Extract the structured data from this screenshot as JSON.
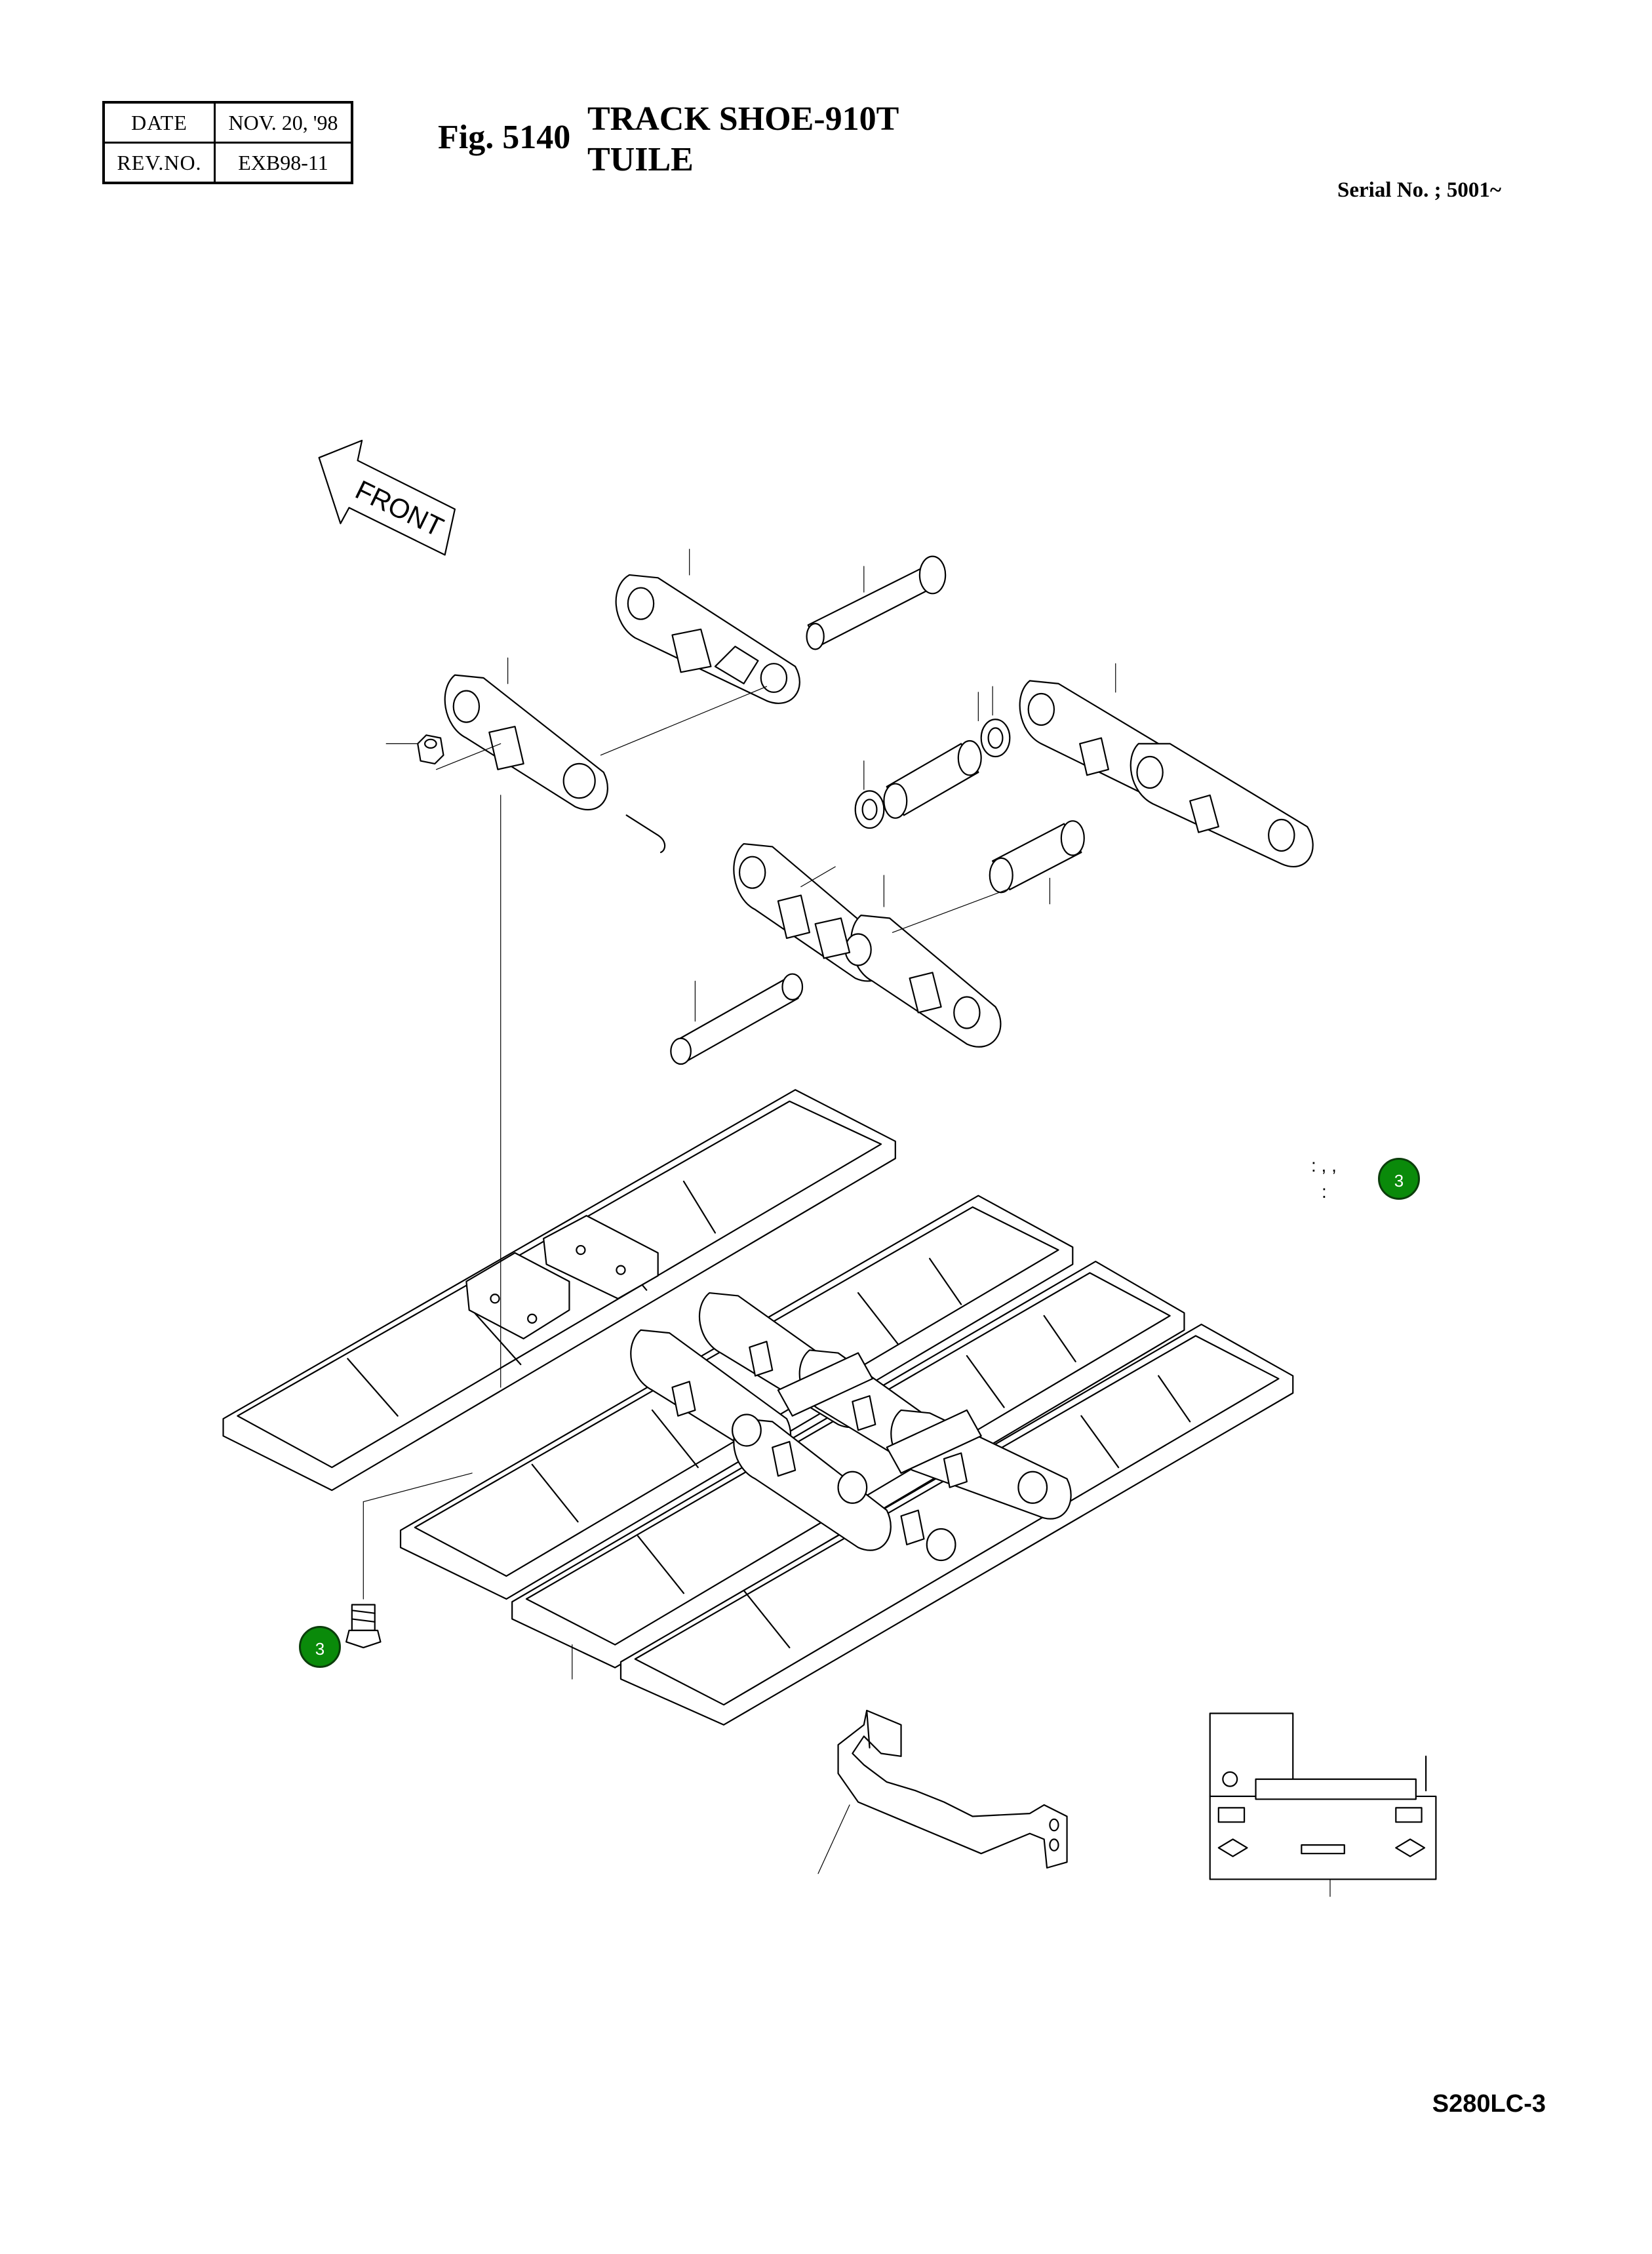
{
  "revision_box": {
    "date_label": "DATE",
    "date_value": "NOV.  20, '98",
    "rev_label": "REV.NO.",
    "rev_value": "EXB98-11"
  },
  "figure": {
    "number": "Fig. 5140",
    "title_line1": "TRACK SHOE-910T",
    "title_line2": "TUILE"
  },
  "serial": "Serial No. ; 5001~",
  "model": "S280LC-3",
  "front_arrow_label": "FRONT",
  "callouts": [
    {
      "label": "3",
      "color": "#0a8a0a"
    },
    {
      "label": "3",
      "color": "#0a8a0a"
    }
  ],
  "stray_marks": [
    ": , ,",
    ":"
  ]
}
